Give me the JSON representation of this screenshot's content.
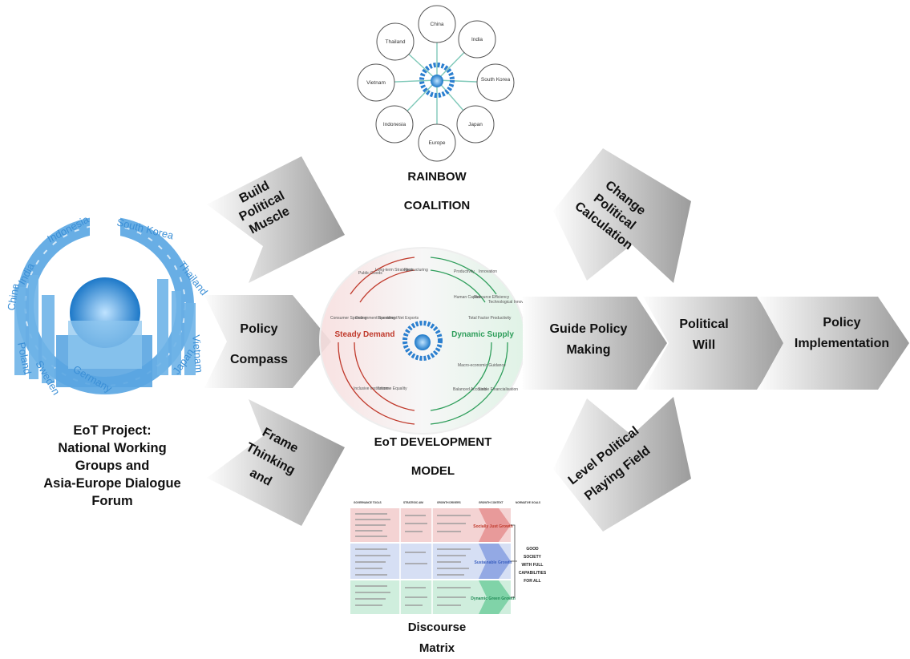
{
  "rainbow": {
    "countries": [
      "China",
      "India",
      "South Korea",
      "Japan",
      "Europe",
      "Indonesia",
      "Vietnam",
      "Thailand"
    ],
    "title_line1": "RAINBOW",
    "title_line2": "COALITION"
  },
  "eot_project": {
    "ring_countries": [
      "India",
      "Indonesia",
      "South Korea",
      "Thailand",
      "Vietnam",
      "Japan",
      "Germany",
      "Sweden",
      "Poland",
      "China"
    ],
    "lines": [
      "EoT Project:",
      "National Working",
      "Groups and",
      "Asia-Europe Dialogue",
      "Forum"
    ]
  },
  "development_model": {
    "left_label": "Steady Demand",
    "right_label": "Dynamic Supply",
    "left_items": [
      "Public Goods",
      "Long-term Strategies",
      "Restructuring",
      "Consumer Spending",
      "Government Spending",
      "Investment",
      "Net Exports",
      "Inclusive Institutions",
      "Income Equality"
    ],
    "right_items": [
      "Productivity",
      "Innovation",
      "Human Capital",
      "Resource Efficiency",
      "Technological Innovation",
      "Total Factor Productivity",
      "Macro-economic Guidance",
      "Balanced Accounts",
      "Stable Financialisation"
    ],
    "title_line1": "EoT DEVELOPMENT",
    "title_line2": "MODEL"
  },
  "arrows": {
    "build": [
      "Build",
      "Political",
      "Muscle"
    ],
    "policy_compass": [
      "Policy",
      "Compass"
    ],
    "frame": [
      "Frame",
      "Thinking",
      "and"
    ],
    "change": [
      "Change",
      "Political",
      "Calculation"
    ],
    "guide": [
      "Guide Policy",
      "Making"
    ],
    "political_will": [
      "Political",
      "Will"
    ],
    "policy_impl": [
      "Policy",
      "Implementation"
    ],
    "level": [
      "Level Political",
      "Playing Field"
    ]
  },
  "discourse_matrix": {
    "headers": [
      "GOVERNANCE TOOLS",
      "STRATEGIC AIM",
      "GROWTH DRIVERS",
      "GROWTH CONTEXT",
      "NORMATIVE GOALS"
    ],
    "rows": [
      {
        "name": "Socially Just Growth",
        "color": "#d9534f"
      },
      {
        "name": "Sustainable Growth",
        "color": "#5b7fd4"
      },
      {
        "name": "Dynamic Green Growth",
        "color": "#27a86a"
      }
    ],
    "goal": "GOOD SOCIETY WITH FULL CAPABILITIES FOR ALL",
    "title_line1": "Discourse",
    "title_line2": "Matrix"
  },
  "colors": {
    "demand_red": "#c0392b",
    "supply_green": "#2f9e5b",
    "ring_blue": "#3b8fd6",
    "arrow_dark": "#9a9a9a",
    "arrow_light": "#f4f4f4"
  }
}
